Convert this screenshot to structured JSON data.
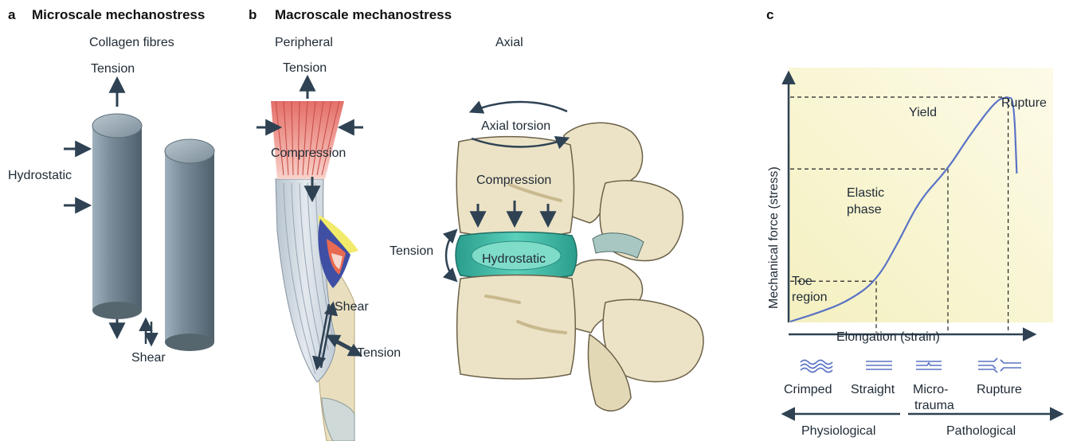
{
  "panel_a": {
    "letter": "a",
    "title": "Microscale mechanostress",
    "subtitle": "Collagen fibres",
    "labels": {
      "tension": "Tension",
      "hydrostatic": "Hydrostatic",
      "shear": "Shear"
    }
  },
  "panel_b": {
    "letter": "b",
    "title": "Macroscale mechanostress",
    "peripheral": {
      "heading": "Peripheral",
      "labels": {
        "tension_top": "Tension",
        "compression": "Compression",
        "shear": "Shear",
        "tension_bottom": "Tension"
      }
    },
    "axial": {
      "heading": "Axial",
      "labels": {
        "axial_torsion": "Axial torsion",
        "compression": "Compression",
        "tension": "Tension",
        "hydrostatic": "Hydrostatic"
      }
    }
  },
  "panel_c": {
    "letter": "c",
    "chart_data": {
      "type": "line",
      "xlabel": "Elongation (strain)",
      "ylabel": "Mechanical force (stress)",
      "regions": [
        "Toe region",
        "Elastic phase",
        "Yield",
        "Rupture"
      ],
      "region_labels": {
        "toe": [
          "Toe",
          "region"
        ],
        "elastic": [
          "Elastic",
          "phase"
        ],
        "yield": "Yield",
        "rupture": "Rupture"
      },
      "curve": [
        [
          0.0,
          0.0
        ],
        [
          0.1,
          0.04
        ],
        [
          0.2,
          0.09
        ],
        [
          0.3,
          0.18
        ],
        [
          0.38,
          0.36
        ],
        [
          0.45,
          0.54
        ],
        [
          0.55,
          0.68
        ],
        [
          0.62,
          0.82
        ],
        [
          0.72,
          0.99
        ],
        [
          0.76,
          1.0
        ],
        [
          0.78,
          0.99
        ],
        [
          0.79,
          0.66
        ]
      ]
    },
    "fibre_states": [
      {
        "label": "Crimped",
        "icon": "crimped-fibre-icon"
      },
      {
        "label": "Straight",
        "icon": "straight-fibre-icon"
      },
      {
        "label": [
          "Micro-",
          "trauma"
        ],
        "icon": "microtrauma-fibre-icon"
      },
      {
        "label": "Rupture",
        "icon": "ruptured-fibre-icon"
      }
    ],
    "ranges": {
      "physiological": "Physiological",
      "pathological": "Pathological"
    }
  },
  "colors": {
    "arrow": "#2e4253",
    "cylinder": "#7c8e9c",
    "bone": "#ece3c6",
    "muscle": "#e8807a",
    "tendon": "#c9d3dd",
    "disc": "#3cb7a3",
    "chart_bg": "#fbf7d8",
    "curve": "#5a73c4"
  }
}
